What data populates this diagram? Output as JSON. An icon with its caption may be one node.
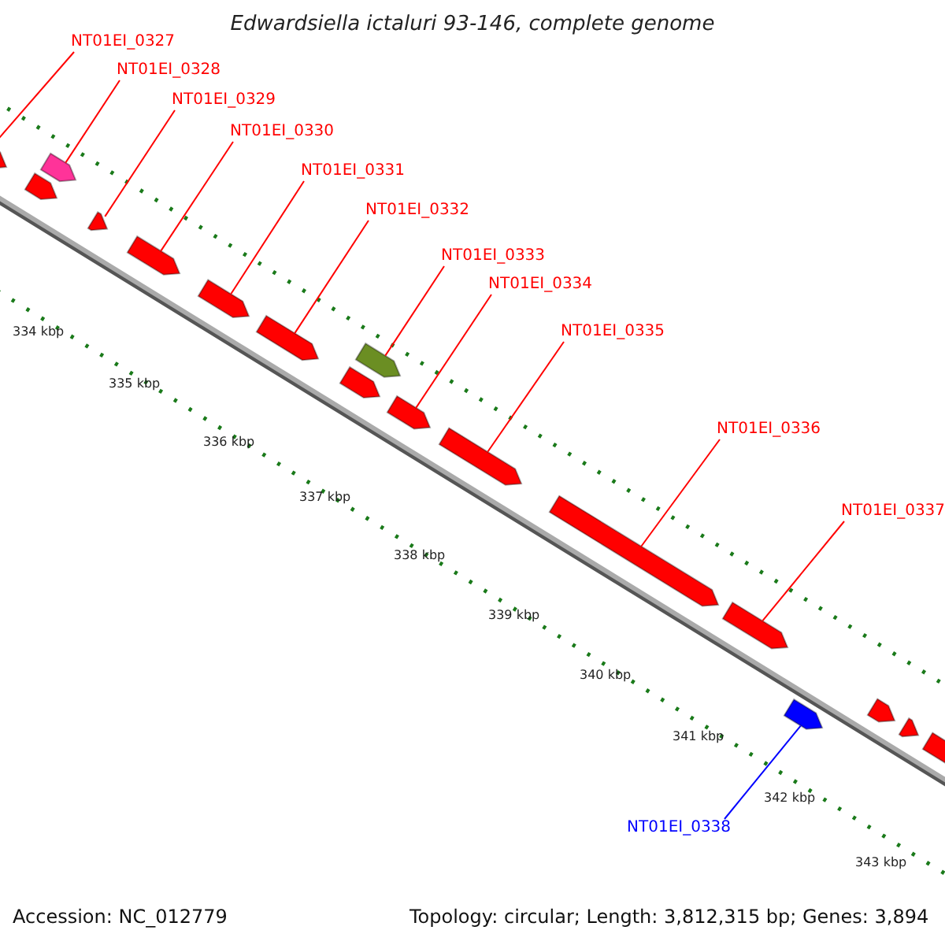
{
  "diagram": {
    "title": "Edwardsiella ictaluri 93-146, complete genome",
    "nodes": [
      {
        "text": [
          "NT01EI_0327"
        ]
      },
      {
        "text": [
          "NT01EI_0328"
        ]
      },
      {
        "text": [
          "NT01EI_0329"
        ]
      },
      {
        "text": [
          "NT01EI_0330"
        ]
      },
      {
        "text": [
          "NT01EI_0331"
        ]
      },
      {
        "text": [
          "NT01EI_0332"
        ]
      },
      {
        "text": [
          "NT01EI_0333"
        ]
      },
      {
        "text": [
          "NT01EI_0334"
        ]
      },
      {
        "text": [
          "NT01EI_0335"
        ]
      },
      {
        "text": [
          "NT01EI_0336"
        ]
      },
      {
        "text": [
          "NT01EI_0337"
        ]
      },
      {
        "text": [
          "NT01EI_0338"
        ]
      },
      {
        "text": [],
        "shape": "box"
      },
      {
        "text": [],
        "shape": "box"
      },
      {
        "text": [],
        "shape": "box"
      },
      {
        "text": [],
        "shape": "box"
      },
      {
        "text": [],
        "shape": "box"
      },
      {
        "text": [],
        "shape": "box"
      },
      {
        "text": [],
        "shape": "box"
      },
      {
        "text": [],
        "shape": "box"
      },
      {
        "text": [],
        "shape": "box"
      },
      {
        "text": [],
        "shape": "box"
      },
      {
        "text": [],
        "shape": "box"
      },
      {
        "text": [],
        "shape": "box"
      },
      {
        "text": [],
        "shape": "box"
      },
      {
        "text": [],
        "shape": "box"
      },
      {
        "text": [],
        "shape": "box"
      },
      {
        "text": [],
        "shape": "box"
      },
      {
        "text": [],
        "shape": "box"
      }
    ],
    "edges": [
      {
        "from": 0,
        "to": 12,
        "arrow": "none"
      },
      {
        "from": 1,
        "to": 13,
        "arrow": "none"
      },
      {
        "from": 2,
        "to": 15,
        "arrow": "none"
      },
      {
        "from": 3,
        "to": 16,
        "arrow": "none"
      },
      {
        "from": 4,
        "to": 17,
        "arrow": "none"
      },
      {
        "from": 5,
        "to": 18,
        "arrow": "none"
      },
      {
        "from": 6,
        "to": 20,
        "arrow": "none"
      },
      {
        "from": 7,
        "to": 21,
        "arrow": "none"
      },
      {
        "from": 8,
        "to": 22,
        "arrow": "none"
      },
      {
        "from": 9,
        "to": 23,
        "arrow": "none"
      },
      {
        "from": 10,
        "to": 24,
        "arrow": "none"
      },
      {
        "from": 11,
        "to": 25,
        "arrow": "none",
        "color": "#0000ff"
      }
    ],
    "labels": [
      "334 kbp",
      "335 kbp",
      "336 kbp",
      "337 kbp",
      "338 kbp",
      "339 kbp",
      "340 kbp",
      "341 kbp",
      "342 kbp",
      "343 kbp",
      "Accession: NC_012779",
      "Topology: circular; Length: 3,812,315 bp; Genes: 3,894"
    ]
  }
}
